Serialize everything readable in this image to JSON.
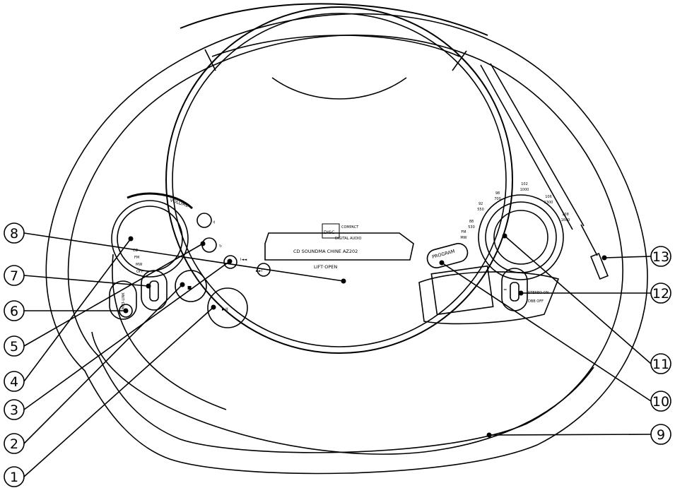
{
  "callouts": [
    "1",
    "2",
    "3",
    "4",
    "5",
    "6",
    "7",
    "8",
    "9",
    "10",
    "11",
    "12",
    "13"
  ],
  "labels": {
    "model": "CD SOUNDMA  CHINE AZ202",
    "cd_logo_top": "COMPACT",
    "cd_logo_mid": "DISC",
    "cd_logo_bottom": "DIGITAL AUDIO",
    "lift_open": "LIFT·OPEN",
    "volume": "VOLUME",
    "program": "PROGRAM",
    "mp3_link": "MP3-LINK",
    "stereo_on": "STEREO ON",
    "dbb_off": "DBB OFF",
    "source_cd": "CD",
    "source_fm": "FM",
    "source_mw": "MW",
    "source_off": "OFF",
    "tuner_scale": [
      {
        "top": "102",
        "bottom": "1000"
      },
      {
        "top": "106",
        "bottom": "1300"
      },
      {
        "top": "108",
        "bottom": "1600"
      },
      {
        "top": "98",
        "bottom": "700"
      },
      {
        "top": "92",
        "bottom": "550"
      },
      {
        "top": "88",
        "bottom": "530"
      },
      {
        "top": "FM",
        "bottom": "MW"
      }
    ],
    "display_mark": "="
  },
  "colors": {
    "line": "#000000",
    "background": "#ffffff"
  }
}
